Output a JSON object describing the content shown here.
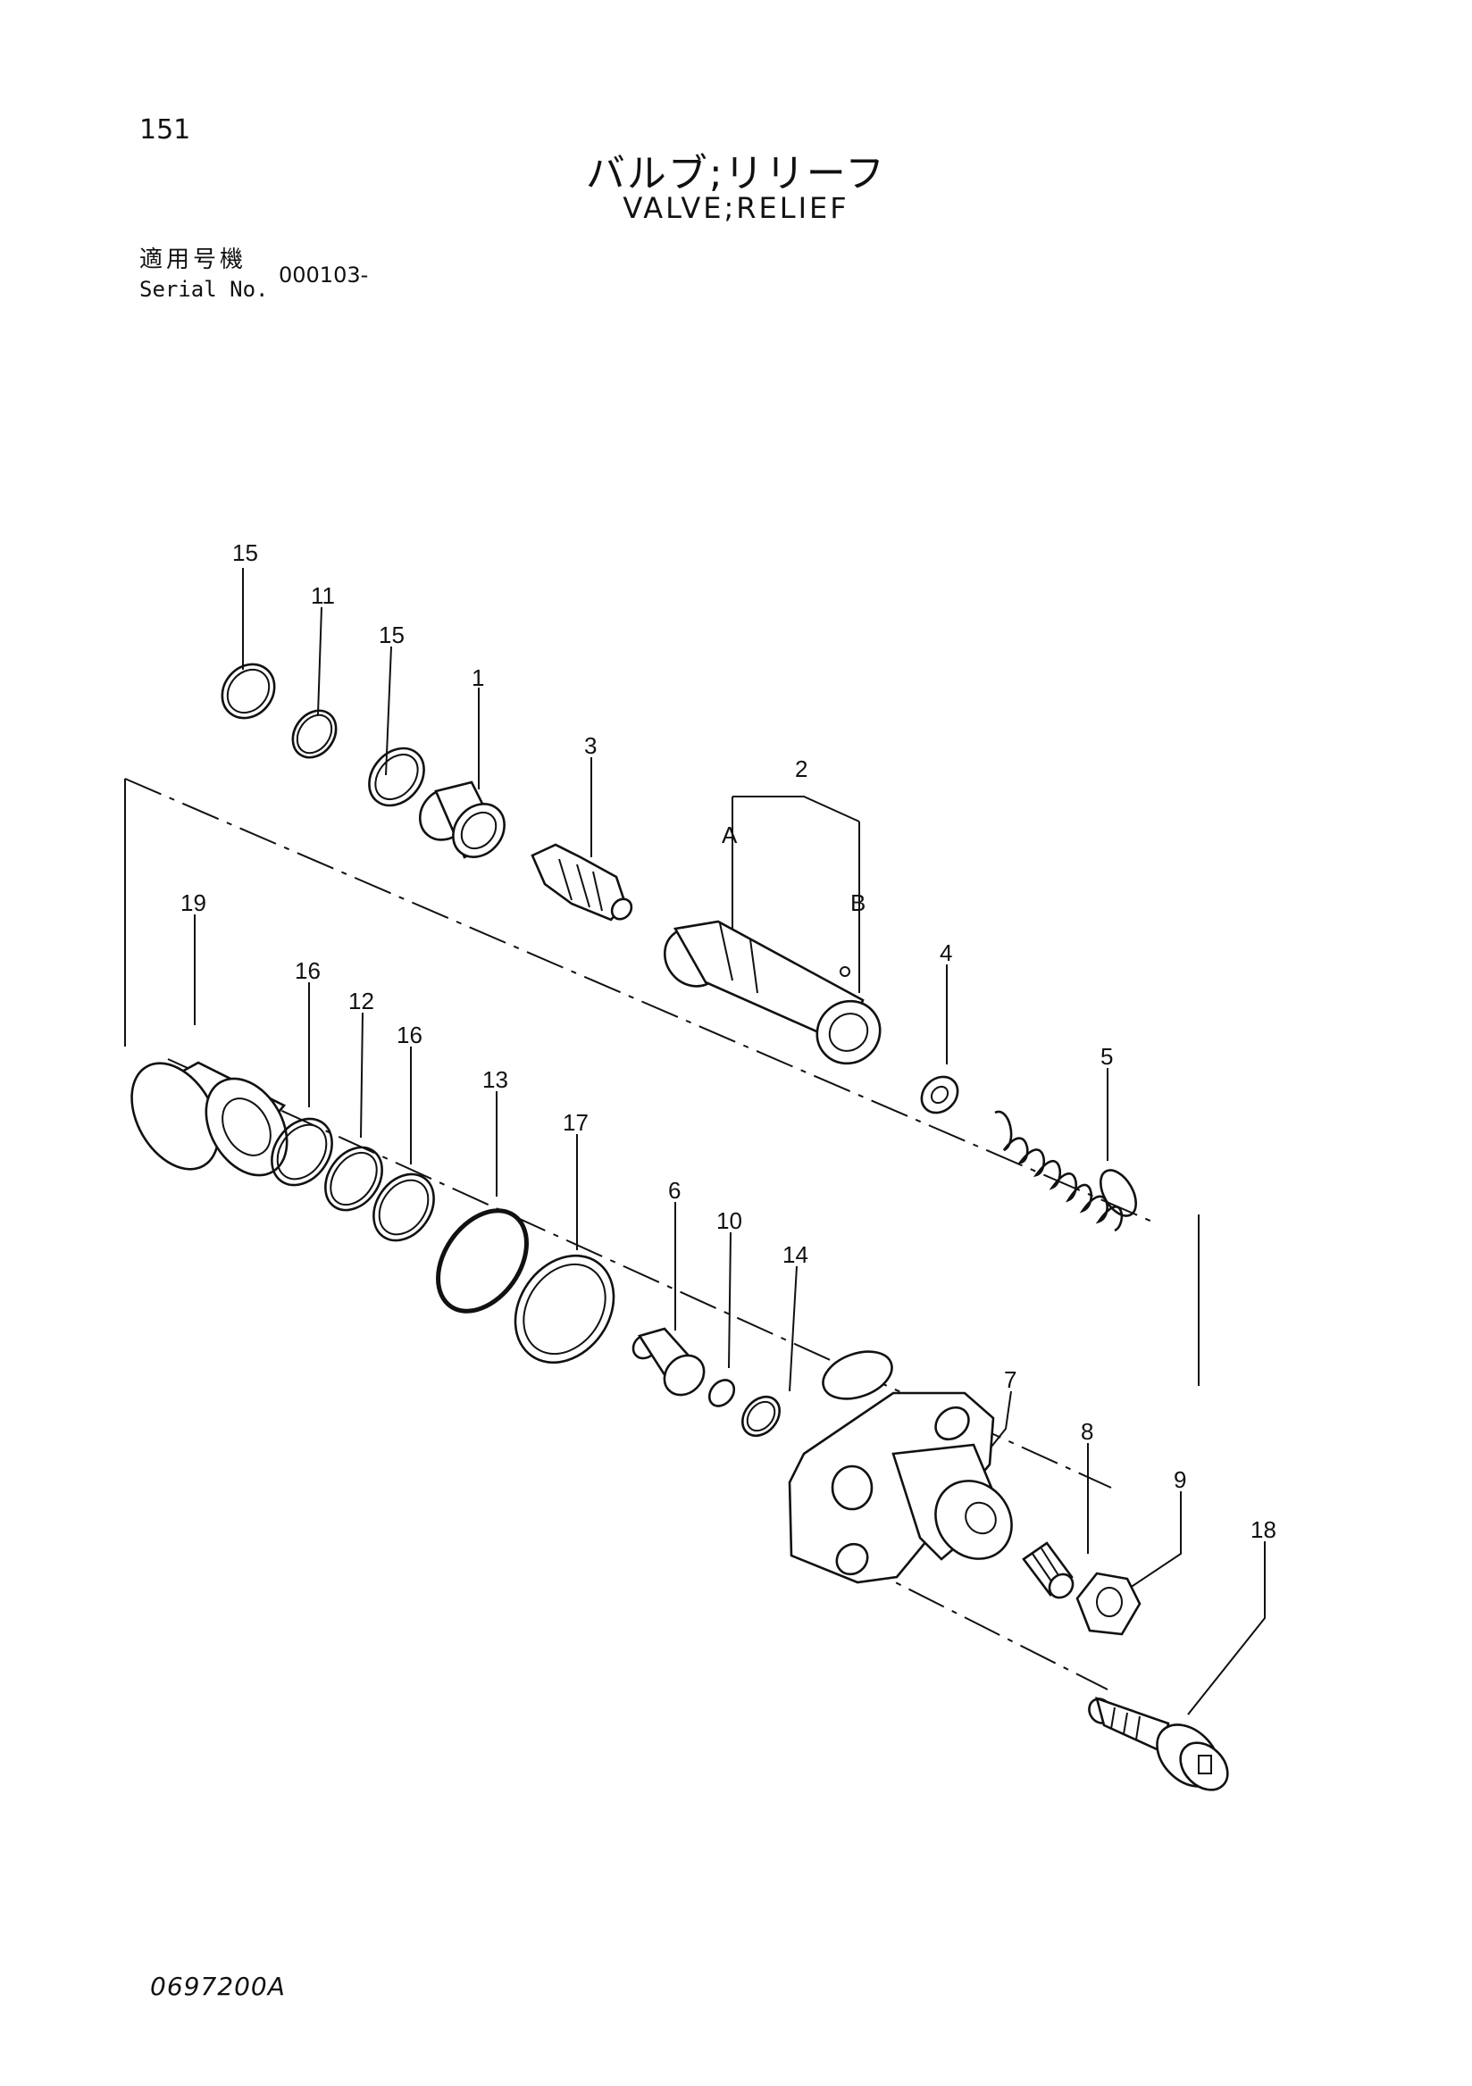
{
  "header": {
    "page_number": "151",
    "title_jp": "バルブ;リリーフ",
    "title_en": "VALVE;RELIEF",
    "serial_label_jp": "適用号機",
    "serial_label_en": "Serial No.",
    "serial_value": "000103-"
  },
  "footer": {
    "drawing_number": "0697200A"
  },
  "callouts": {
    "c15a": "15",
    "c11": "11",
    "c15b": "15",
    "c1": "1",
    "c3": "3",
    "c2": "2",
    "cA": "A",
    "cB": "B",
    "c4": "4",
    "c5": "5",
    "c19": "19",
    "c16a": "16",
    "c12": "12",
    "c16b": "16",
    "c13": "13",
    "c17": "17",
    "c6": "6",
    "c10": "10",
    "c14": "14",
    "c7": "7",
    "c8": "8",
    "c9": "9",
    "c18": "18"
  }
}
